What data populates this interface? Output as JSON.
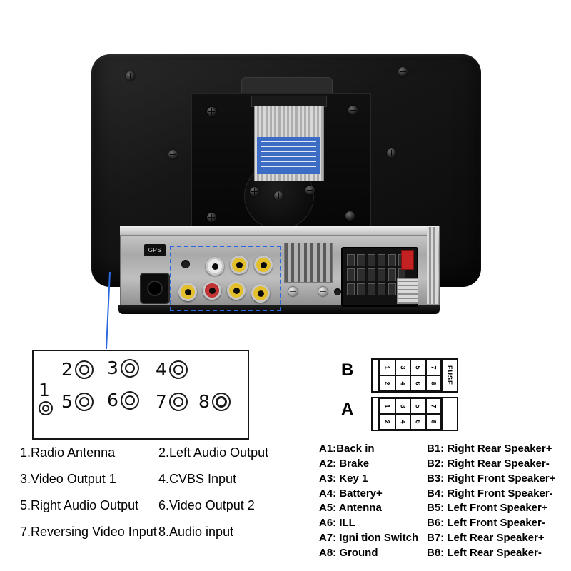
{
  "colors": {
    "highlight_blue": "#2b6ae0",
    "rca_yellow": "#e3c02b",
    "rca_red": "#c23434",
    "rca_white": "#e9e9e9",
    "red_connector": "#c22222"
  },
  "photo": {
    "gps_label": "GPS"
  },
  "callout": {
    "row1": [
      "2",
      "3",
      "4"
    ],
    "row2": [
      "1",
      "5",
      "6",
      "7",
      "8"
    ]
  },
  "legend": {
    "items": [
      "1.Radio Antenna",
      "2.Left Audio Output",
      "3.Video Output 1",
      "4.CVBS Input",
      "5.Right Audio Output",
      "6.Video Output 2",
      "7.Reversing Video Input",
      "8.Audio input"
    ]
  },
  "iso": {
    "b_label": "B",
    "a_label": "A",
    "fuse": "FUSE",
    "top_numbers": [
      "1",
      "3",
      "5",
      "7"
    ],
    "bottom_numbers": [
      "2",
      "4",
      "6",
      "8"
    ],
    "a_pins": [
      "A1:Back in",
      "A2: Brake",
      "A3: Key 1",
      "A4: Battery+",
      "A5: Antenna",
      "A6: ILL",
      "A7: Igni tion Switch",
      "A8: Ground"
    ],
    "b_pins": [
      "B1: Right Rear Speaker+",
      "B2: Right Rear Speaker-",
      "B3: Right Front Speaker+",
      "B4: Right Front Speaker-",
      "B5: Left Front Speaker+",
      "B6: Left Front Speaker-",
      "B7: Left Rear Speaker+",
      "B8: Left Rear Speaker-"
    ]
  }
}
